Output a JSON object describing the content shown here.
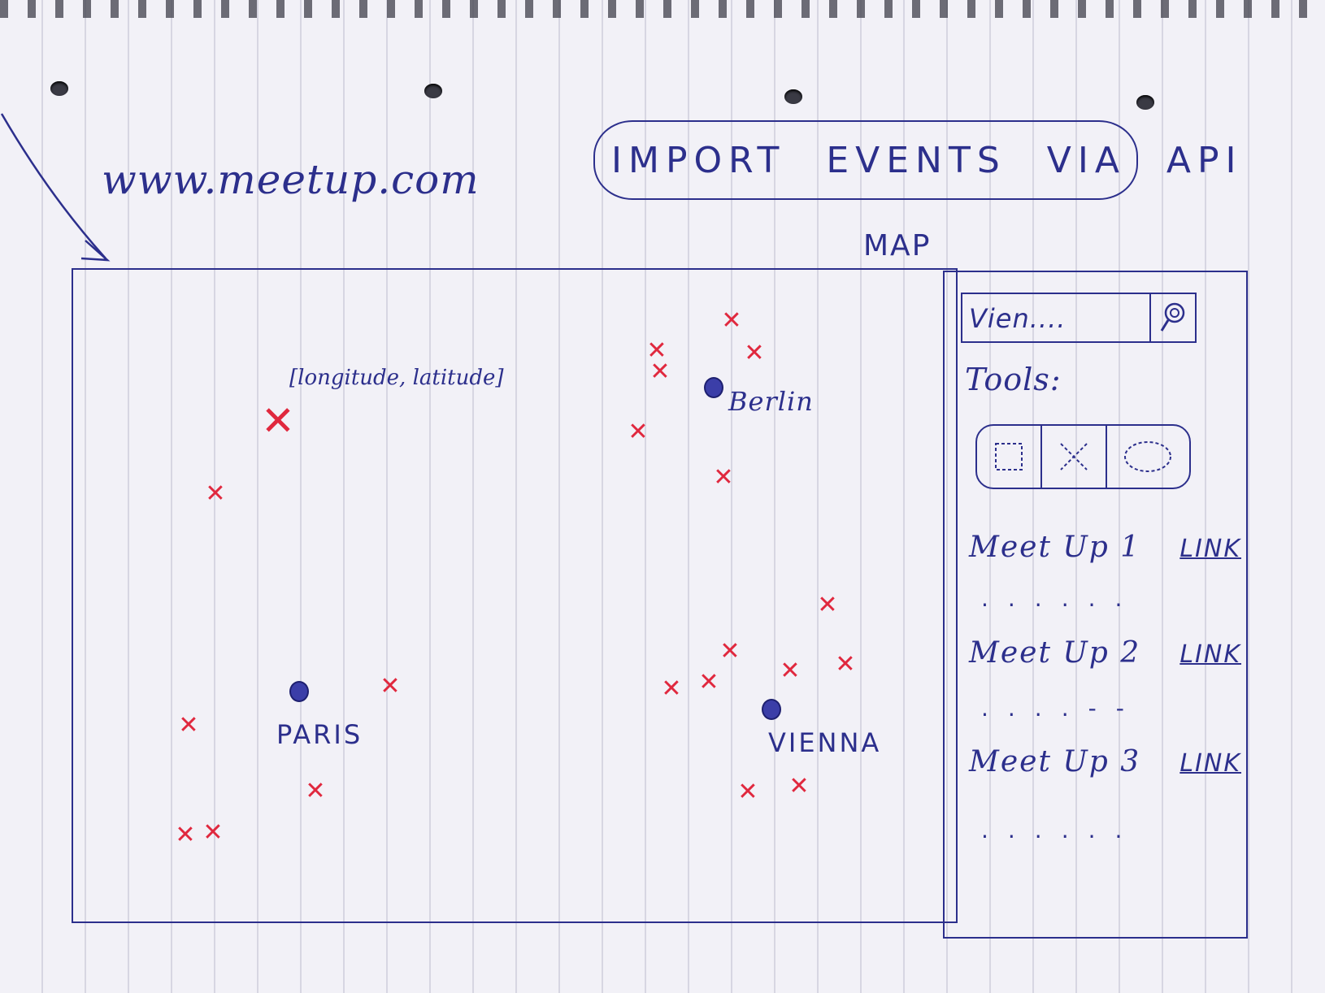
{
  "site": {
    "url": "www.meetup.com",
    "import_note": "IMPORT EVENTS VIA API"
  },
  "map": {
    "label": "MAP",
    "coordinate_note": "[longitude, latitude]",
    "cities": [
      {
        "name": "Berlin"
      },
      {
        "name": "PARIS"
      },
      {
        "name": "VIENNA"
      }
    ],
    "marker_icon": "x-marker-icon",
    "city_icon": "city-dot-icon",
    "marker_color": "#e0283e",
    "ink_color": "#2c2f8c"
  },
  "sidebar": {
    "search": {
      "value": "Vien....",
      "icon": "search-icon"
    },
    "tools_label": "Tools:",
    "tools": [
      {
        "icon": "rectangle-select-icon"
      },
      {
        "icon": "cross-select-icon"
      },
      {
        "icon": "lasso-select-icon"
      }
    ],
    "meetups": [
      {
        "title": "Meet Up 1",
        "link": "LINK",
        "details": "......"
      },
      {
        "title": "Meet Up 2",
        "link": "LINK",
        "details": "....--"
      },
      {
        "title": "Meet Up 3",
        "link": "LINK",
        "details": "......"
      }
    ]
  }
}
